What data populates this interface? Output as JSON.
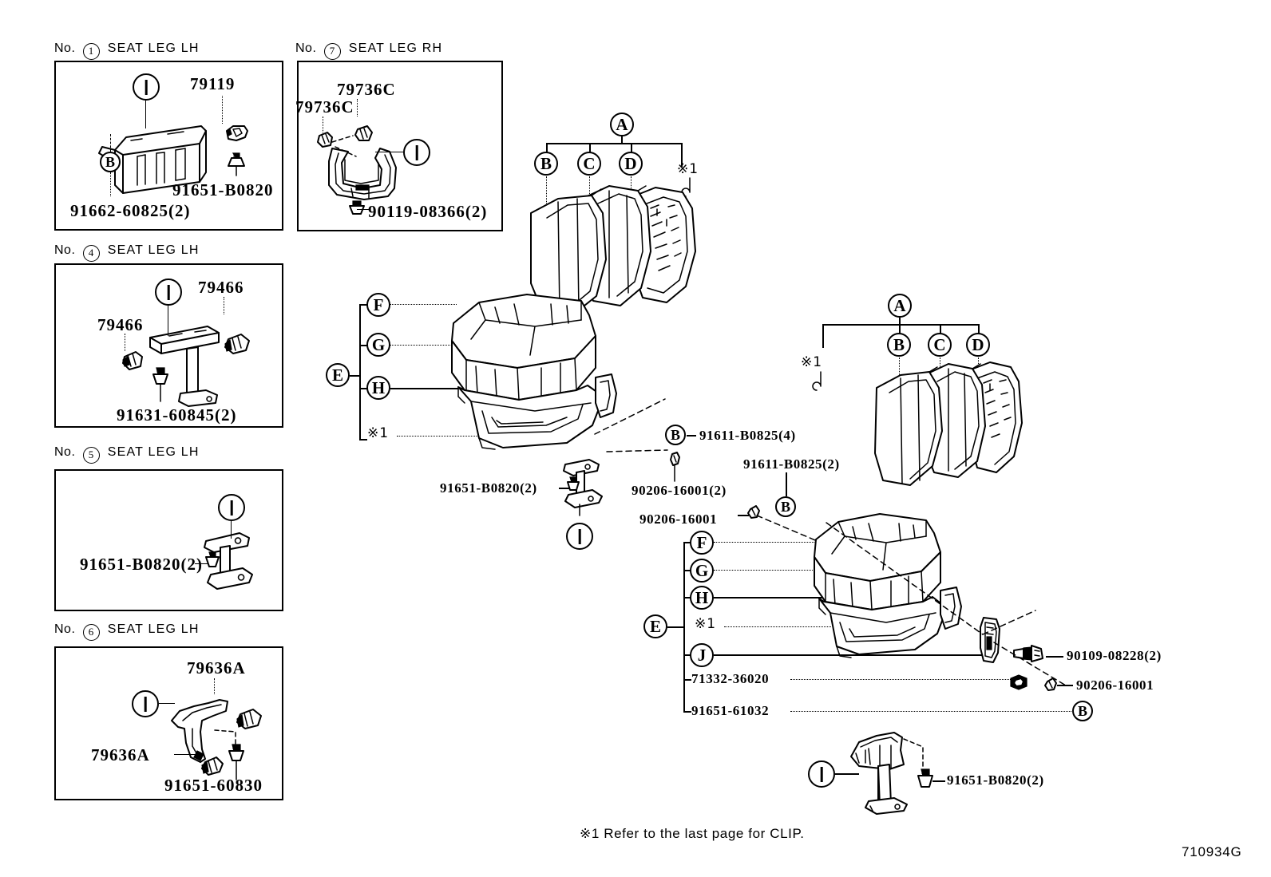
{
  "sheet": {
    "code": "710934G",
    "footnote": "※1  Refer to the last page for CLIP."
  },
  "panels": [
    {
      "id": "panel-1",
      "no_word": "No.",
      "number": "1",
      "title": "SEAT LEG LH",
      "labels": [
        {
          "text": "79119",
          "style": "big"
        },
        {
          "text": "91651-B0820",
          "style": "big"
        },
        {
          "text": "91662-60825(2)",
          "style": "big"
        }
      ],
      "bubbles": [
        "I",
        "B"
      ]
    },
    {
      "id": "panel-7",
      "no_word": "No.",
      "number": "7",
      "title": "SEAT LEG RH",
      "labels": [
        {
          "text": "79736C",
          "style": "big"
        },
        {
          "text": "79736C",
          "style": "big"
        },
        {
          "text": "90119-08366(2)",
          "style": "big"
        }
      ],
      "bubbles": [
        "I"
      ]
    },
    {
      "id": "panel-4",
      "no_word": "No.",
      "number": "4",
      "title": "SEAT LEG LH",
      "labels": [
        {
          "text": "79466",
          "style": "big"
        },
        {
          "text": "79466",
          "style": "big"
        },
        {
          "text": "91631-60845(2)",
          "style": "big"
        }
      ],
      "bubbles": [
        "I"
      ]
    },
    {
      "id": "panel-5",
      "no_word": "No.",
      "number": "5",
      "title": "SEAT LEG LH",
      "labels": [
        {
          "text": "91651-B0820(2)",
          "style": "big"
        }
      ],
      "bubbles": [
        "I"
      ]
    },
    {
      "id": "panel-6",
      "no_word": "No.",
      "number": "6",
      "title": "SEAT LEG LH",
      "labels": [
        {
          "text": "79636A",
          "style": "big"
        },
        {
          "text": "79636A",
          "style": "big"
        },
        {
          "text": "91651-60830",
          "style": "big"
        }
      ],
      "bubbles": [
        "I"
      ]
    }
  ],
  "main_diagram": {
    "rear_seatback_left": {
      "group_bubble": "A",
      "member_bubbles": [
        "B",
        "C",
        "D"
      ],
      "clip_marker": "※1"
    },
    "rear_seatback_right": {
      "group_bubble": "A",
      "member_bubbles": [
        "B",
        "C",
        "D"
      ],
      "clip_marker": "※1"
    },
    "cushion_left": {
      "group_bubble": "E",
      "member_bubbles": [
        "F",
        "G",
        "H"
      ],
      "clip_marker": "※1"
    },
    "cushion_right": {
      "group_bubble": "E",
      "member_bubbles": [
        "F",
        "G",
        "H",
        "J"
      ],
      "clip_marker": "※1"
    },
    "callouts": [
      {
        "id": "co-91611-b0825-4",
        "text": "91611-B0825(4)",
        "bubble": "B"
      },
      {
        "id": "co-91611-b0825-2",
        "text": "91611-B0825(2)",
        "bubble": "B"
      },
      {
        "id": "co-91651-b0820-2-left",
        "text": "91651-B0820(2)",
        "bubble": "I"
      },
      {
        "id": "co-90206-16001-2",
        "text": "90206-16001(2)"
      },
      {
        "id": "co-90206-16001-a",
        "text": "90206-16001"
      },
      {
        "id": "co-90109-08228-2",
        "text": "90109-08228(2)"
      },
      {
        "id": "co-90206-16001-b",
        "text": "90206-16001"
      },
      {
        "id": "co-71332-36020",
        "text": "71332-36020"
      },
      {
        "id": "co-91651-61032",
        "text": "91651-61032"
      },
      {
        "id": "co-91651-b0820-2-bottom",
        "text": "91651-B0820(2)",
        "bubble": "I"
      }
    ]
  }
}
